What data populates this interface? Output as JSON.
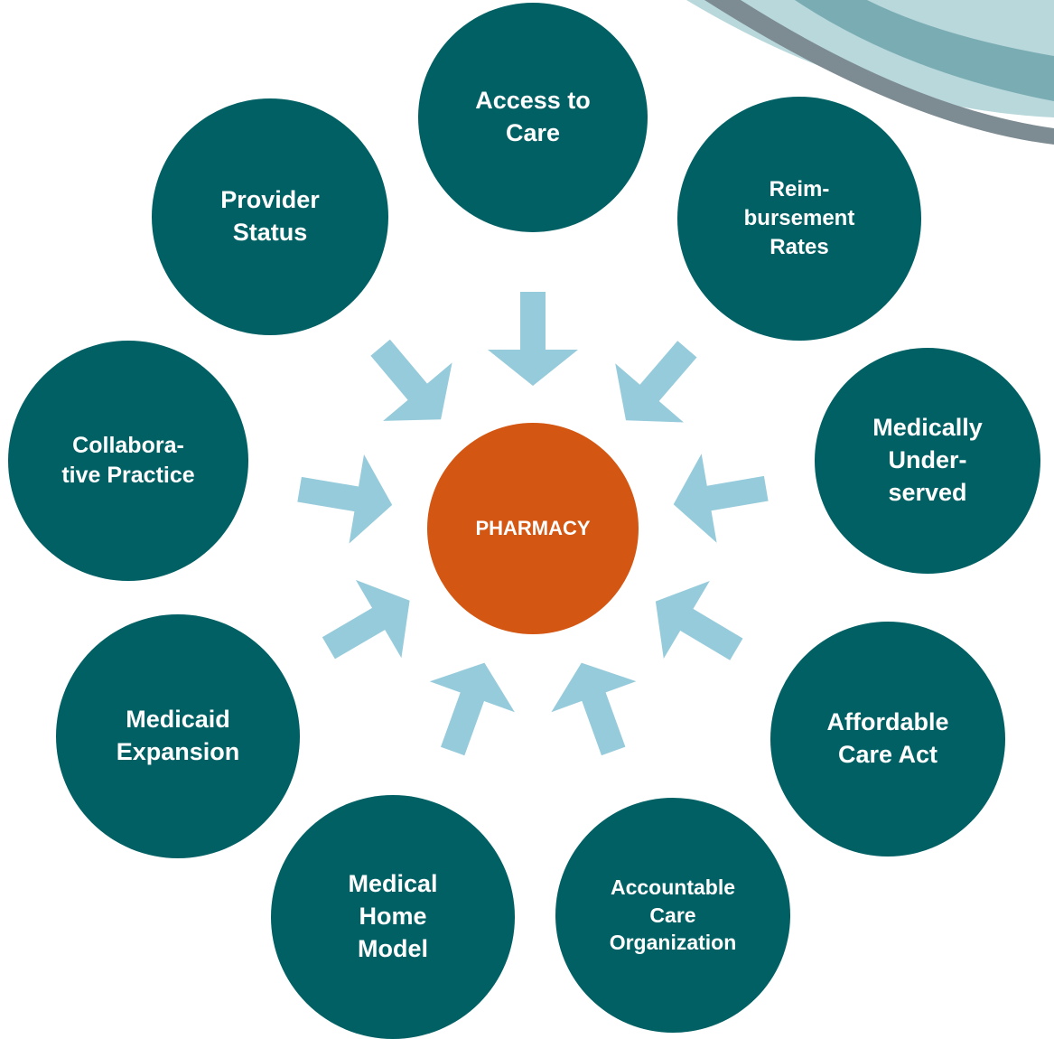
{
  "center": {
    "label": "PHARMACY"
  },
  "nodes": [
    {
      "id": "access-to-care",
      "label": "Access to\nCare"
    },
    {
      "id": "reimbursement-rates",
      "label": "Reim-\nbursement\nRates"
    },
    {
      "id": "medically-underserved",
      "label": "Medically\nUnder-\nserved"
    },
    {
      "id": "affordable-care-act",
      "label": "Affordable\nCare Act"
    },
    {
      "id": "accountable-care-organization",
      "label": "Accountable\nCare\nOrganization"
    },
    {
      "id": "medical-home-model",
      "label": "Medical\nHome\nModel"
    },
    {
      "id": "medicaid-expansion",
      "label": "Medicaid\nExpansion"
    },
    {
      "id": "collaborative-practice",
      "label": "Collabora-\ntive Practice"
    },
    {
      "id": "provider-status",
      "label": "Provider\nStatus"
    }
  ],
  "colors": {
    "node": "#006064",
    "center": "#d35612",
    "arrow": "#96cbdb",
    "swoosh_light": "#b8d8dc",
    "swoosh_mid": "#6fa4ab",
    "swoosh_dark": "#7d8b92"
  }
}
